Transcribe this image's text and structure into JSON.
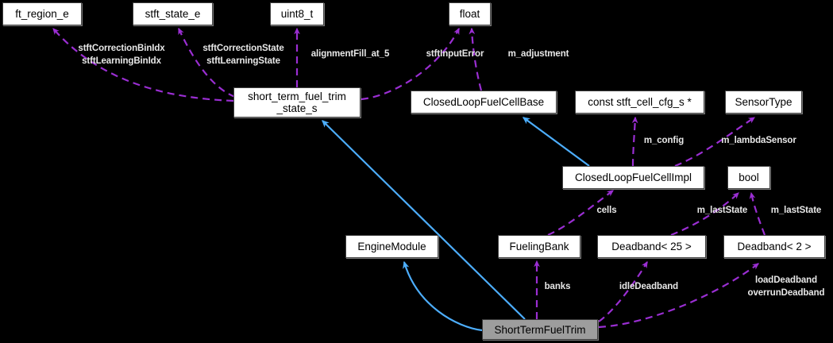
{
  "diagram": {
    "title": "ShortTermFuelTrim collaboration diagram",
    "type": "uml-class-collaboration",
    "background": "#000000",
    "colors": {
      "node_fill": "#ffffff",
      "node_border": "#404040",
      "highlight_fill": "#9d9d9d",
      "inheritance_edge": "#4daefd",
      "usage_edge": "#9a2ed2",
      "label_text": "#e8e8e8",
      "node_text": "#000000"
    },
    "nodes": [
      {
        "id": "ft_region_e",
        "label": "ft_region_e"
      },
      {
        "id": "stft_state_e",
        "label": "stft_state_e"
      },
      {
        "id": "uint8_t",
        "label": "uint8_t"
      },
      {
        "id": "float",
        "label": "float"
      },
      {
        "id": "short_term_fuel_trim_state_s",
        "label": "short_term_fuel_trim\n_state_s"
      },
      {
        "id": "ClosedLoopFuelCellBase",
        "label": "ClosedLoopFuelCellBase"
      },
      {
        "id": "const_stft_cell_cfg_s_ptr",
        "label": "const stft_cell_cfg_s *"
      },
      {
        "id": "SensorType",
        "label": "SensorType"
      },
      {
        "id": "ClosedLoopFuelCellImpl",
        "label": "ClosedLoopFuelCellImpl"
      },
      {
        "id": "bool",
        "label": "bool"
      },
      {
        "id": "EngineModule",
        "label": "EngineModule"
      },
      {
        "id": "FuelingBank",
        "label": "FuelingBank"
      },
      {
        "id": "Deadband25",
        "label": "Deadband< 25 >"
      },
      {
        "id": "Deadband2",
        "label": "Deadband< 2 >"
      },
      {
        "id": "ShortTermFuelTrim",
        "label": "ShortTermFuelTrim",
        "highlighted": true
      }
    ],
    "edge_labels": [
      {
        "id": "stft-bin-idx",
        "text": "stftCorrectionBinIdx\nstftLearningBinIdx",
        "from": "short_term_fuel_trim_state_s",
        "to": "ft_region_e"
      },
      {
        "id": "stft-state",
        "text": "stftCorrectionState\nstftLearningState",
        "from": "short_term_fuel_trim_state_s",
        "to": "stft_state_e"
      },
      {
        "id": "alignment-fill",
        "text": "alignmentFill_at_5",
        "from": "short_term_fuel_trim_state_s",
        "to": "uint8_t"
      },
      {
        "id": "stft-input-error",
        "text": "stftInputError",
        "from": "short_term_fuel_trim_state_s",
        "to": "float"
      },
      {
        "id": "m-adjustment",
        "text": "m_adjustment",
        "from": "ClosedLoopFuelCellBase",
        "to": "float"
      },
      {
        "id": "m-config",
        "text": "m_config",
        "from": "ClosedLoopFuelCellImpl",
        "to": "const_stft_cell_cfg_s_ptr"
      },
      {
        "id": "m-lambda-sensor",
        "text": "m_lambdaSensor",
        "from": "ClosedLoopFuelCellImpl",
        "to": "SensorType"
      },
      {
        "id": "cells",
        "text": "cells",
        "from": "FuelingBank",
        "to": "ClosedLoopFuelCellImpl"
      },
      {
        "id": "m-last-state-1",
        "text": "m_lastState",
        "from": "Deadband25",
        "to": "bool"
      },
      {
        "id": "m-last-state-2",
        "text": "m_lastState",
        "from": "Deadband2",
        "to": "bool"
      },
      {
        "id": "banks",
        "text": "banks",
        "from": "ShortTermFuelTrim",
        "to": "FuelingBank"
      },
      {
        "id": "idle-deadband",
        "text": "idleDeadband",
        "from": "ShortTermFuelTrim",
        "to": "Deadband25"
      },
      {
        "id": "load-overrun-deadband",
        "text": "loadDeadband\noverrunDeadband",
        "from": "ShortTermFuelTrim",
        "to": "Deadband2"
      }
    ],
    "inheritance_edges": [
      {
        "from": "ShortTermFuelTrim",
        "to": "short_term_fuel_trim_state_s"
      },
      {
        "from": "ShortTermFuelTrim",
        "to": "EngineModule"
      },
      {
        "from": "ClosedLoopFuelCellImpl",
        "to": "ClosedLoopFuelCellBase"
      }
    ]
  }
}
